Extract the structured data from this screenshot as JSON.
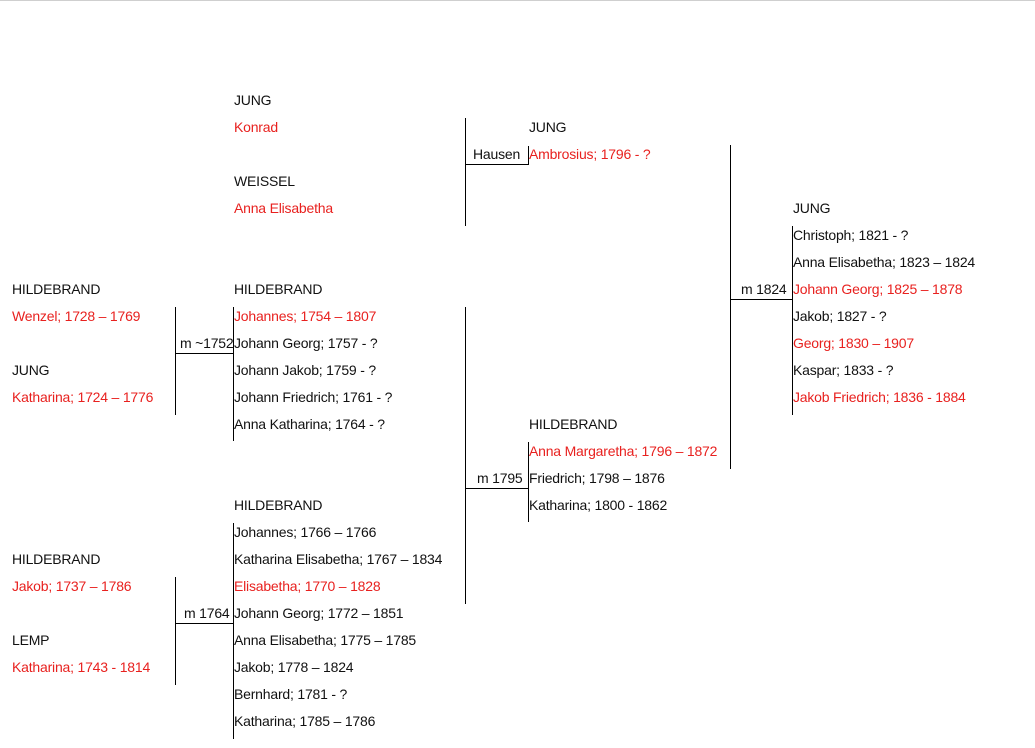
{
  "colors": {
    "highlight": "#e8211f",
    "text": "#111111",
    "line": "#000000"
  },
  "couple_konrad": {
    "husband_surname": "JUNG",
    "husband_name": "Konrad",
    "wife_surname": "WEISSEL",
    "wife_name": "Anna Elisabetha"
  },
  "couple_wenzel": {
    "husband_surname": "HILDEBRAND",
    "husband_name": "Wenzel; 1728 – 1769",
    "wife_surname": "JUNG",
    "wife_name": "Katharina; 1724 – 1776",
    "marriage": "m ~1752"
  },
  "children_wenzel": {
    "surname": "HILDEBRAND",
    "items": [
      {
        "text": "Johannes; 1754 – 1807",
        "highlight": true
      },
      {
        "text": "Johann Georg; 1757 - ?",
        "highlight": false
      },
      {
        "text": "Johann Jakob; 1759 - ?",
        "highlight": false
      },
      {
        "text": "Johann Friedrich; 1761 - ?",
        "highlight": false
      },
      {
        "text": "Anna Katharina; 1764 - ?",
        "highlight": false
      }
    ]
  },
  "couple_jakob": {
    "husband_surname": "HILDEBRAND",
    "husband_name": "Jakob; 1737 – 1786",
    "wife_surname": "LEMP",
    "wife_name": "Katharina; 1743 - 1814",
    "marriage": "m 1764"
  },
  "children_jakob": {
    "surname": "HILDEBRAND",
    "items": [
      {
        "text": "Johannes; 1766 – 1766",
        "highlight": false
      },
      {
        "text": "Katharina Elisabetha; 1767 – 1834",
        "highlight": false
      },
      {
        "text": "Elisabetha; 1770 – 1828",
        "highlight": true
      },
      {
        "text": "Johann Georg; 1772 – 1851",
        "highlight": false
      },
      {
        "text": "Anna Elisabetha; 1775 – 1785",
        "highlight": false
      },
      {
        "text": "Jakob; 1778 – 1824",
        "highlight": false
      },
      {
        "text": "Bernhard; 1781 - ?",
        "highlight": false
      },
      {
        "text": "Katharina; 1785 – 1786",
        "highlight": false
      }
    ]
  },
  "ambrosius": {
    "relation": "Hausen",
    "surname": "JUNG",
    "name": "Ambrosius; 1796 - ?"
  },
  "children_johannes": {
    "marriage": "m 1795",
    "surname": "HILDEBRAND",
    "items": [
      {
        "text": "Anna Margaretha; 1796 – 1872",
        "highlight": true
      },
      {
        "text": "Friedrich; 1798 – 1876",
        "highlight": false
      },
      {
        "text": "Katharina; 1800 - 1862",
        "highlight": false
      }
    ]
  },
  "children_ambrosius": {
    "marriage": "m 1824",
    "surname": "JUNG",
    "items": [
      {
        "text": "Christoph; 1821 - ?",
        "highlight": false
      },
      {
        "text": "Anna Elisabetha; 1823 – 1824",
        "highlight": false
      },
      {
        "text": "Johann Georg; 1825 – 1878",
        "highlight": true
      },
      {
        "text": "Jakob; 1827 - ?",
        "highlight": false
      },
      {
        "text": "Georg; 1830 – 1907",
        "highlight": true
      },
      {
        "text": "Kaspar; 1833 - ?",
        "highlight": false
      },
      {
        "text": "Jakob Friedrich; 1836 - 1884",
        "highlight": true
      }
    ]
  }
}
